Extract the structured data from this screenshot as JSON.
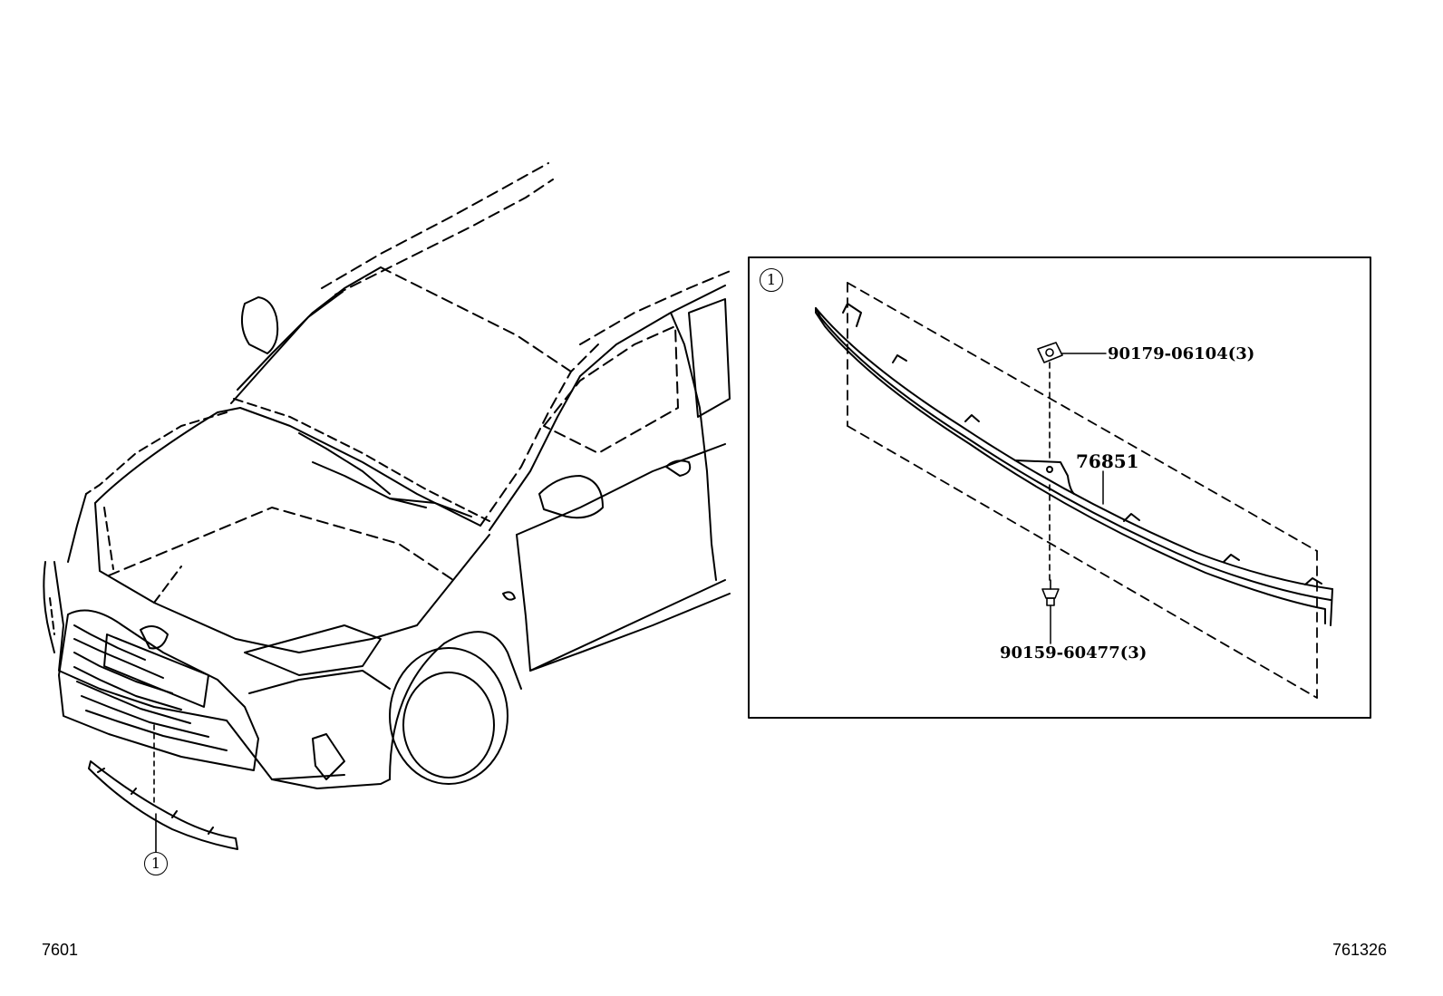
{
  "diagram": {
    "callout_ref": "1",
    "parts": {
      "grille_molding": "76851",
      "clip_nut": "90179-06104(3)",
      "screw": "90159-60477(3)"
    },
    "footer": {
      "section_code": "7601",
      "illustration_no": "761326"
    }
  }
}
